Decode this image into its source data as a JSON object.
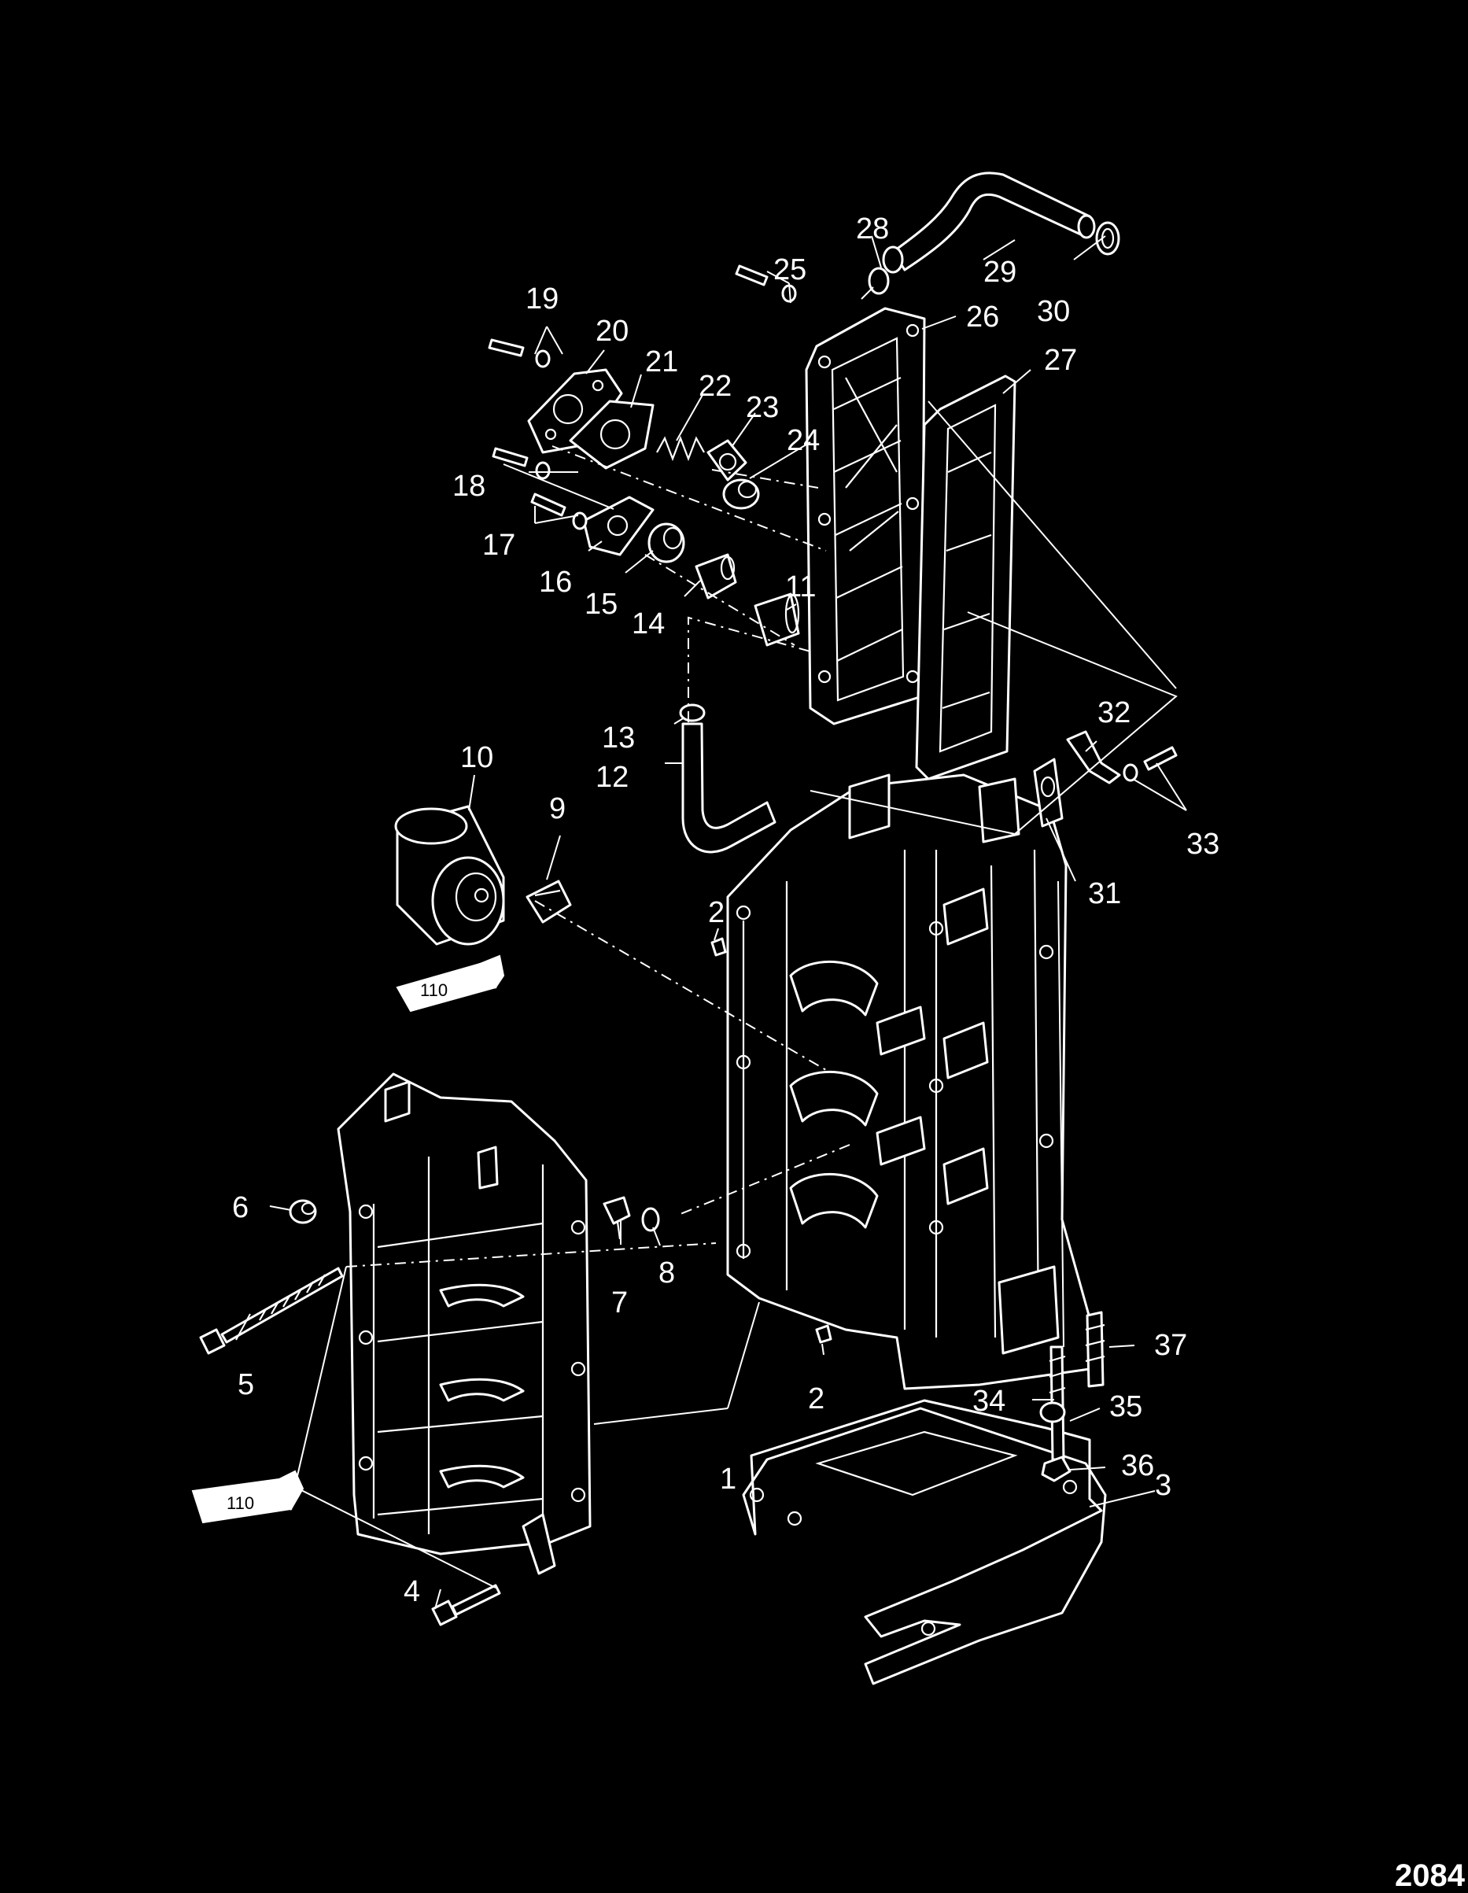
{
  "diagram": {
    "figure_id": "2084",
    "callouts": [
      "1",
      "2",
      "2",
      "3",
      "4",
      "5",
      "6",
      "7",
      "8",
      "9",
      "10",
      "11",
      "12",
      "13",
      "14",
      "15",
      "16",
      "17",
      "18",
      "19",
      "20",
      "21",
      "22",
      "23",
      "24",
      "25",
      "26",
      "27",
      "28",
      "29",
      "30",
      "31",
      "32",
      "33",
      "34",
      "35",
      "36",
      "37"
    ],
    "sealant_tubes": [
      "110",
      "110"
    ]
  }
}
